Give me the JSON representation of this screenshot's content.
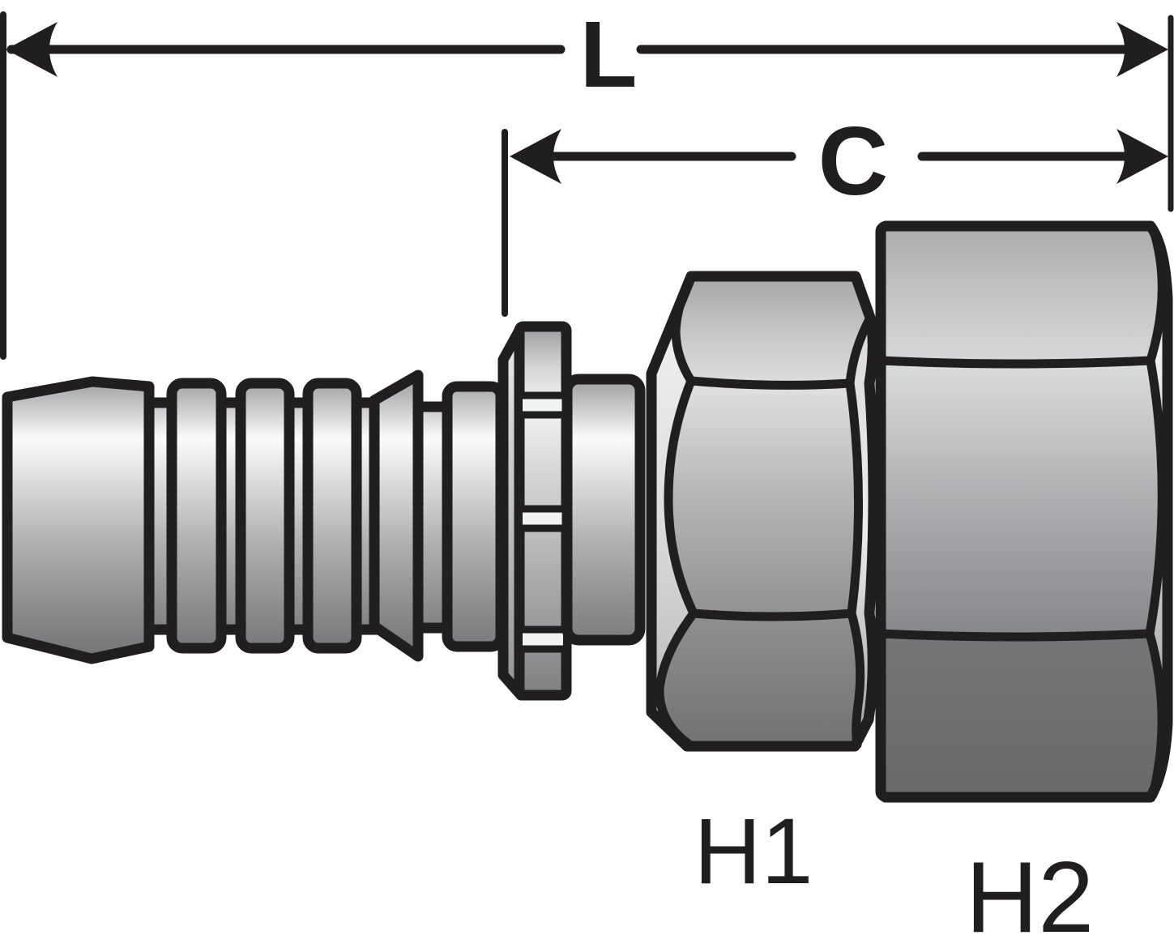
{
  "dimension_annotations": {
    "overall_length": {
      "label": "L"
    },
    "cutoff_length": {
      "label": "C"
    }
  },
  "part_labels": {
    "h1": {
      "label": "H1"
    },
    "h2": {
      "label": "H2"
    }
  },
  "colors": {
    "background": "#ffffff",
    "line_art": "#211e1f",
    "metal_highlight": "#fafbfb",
    "metal_mid": "#aeb0b2",
    "metal_dark": "#67696b"
  }
}
